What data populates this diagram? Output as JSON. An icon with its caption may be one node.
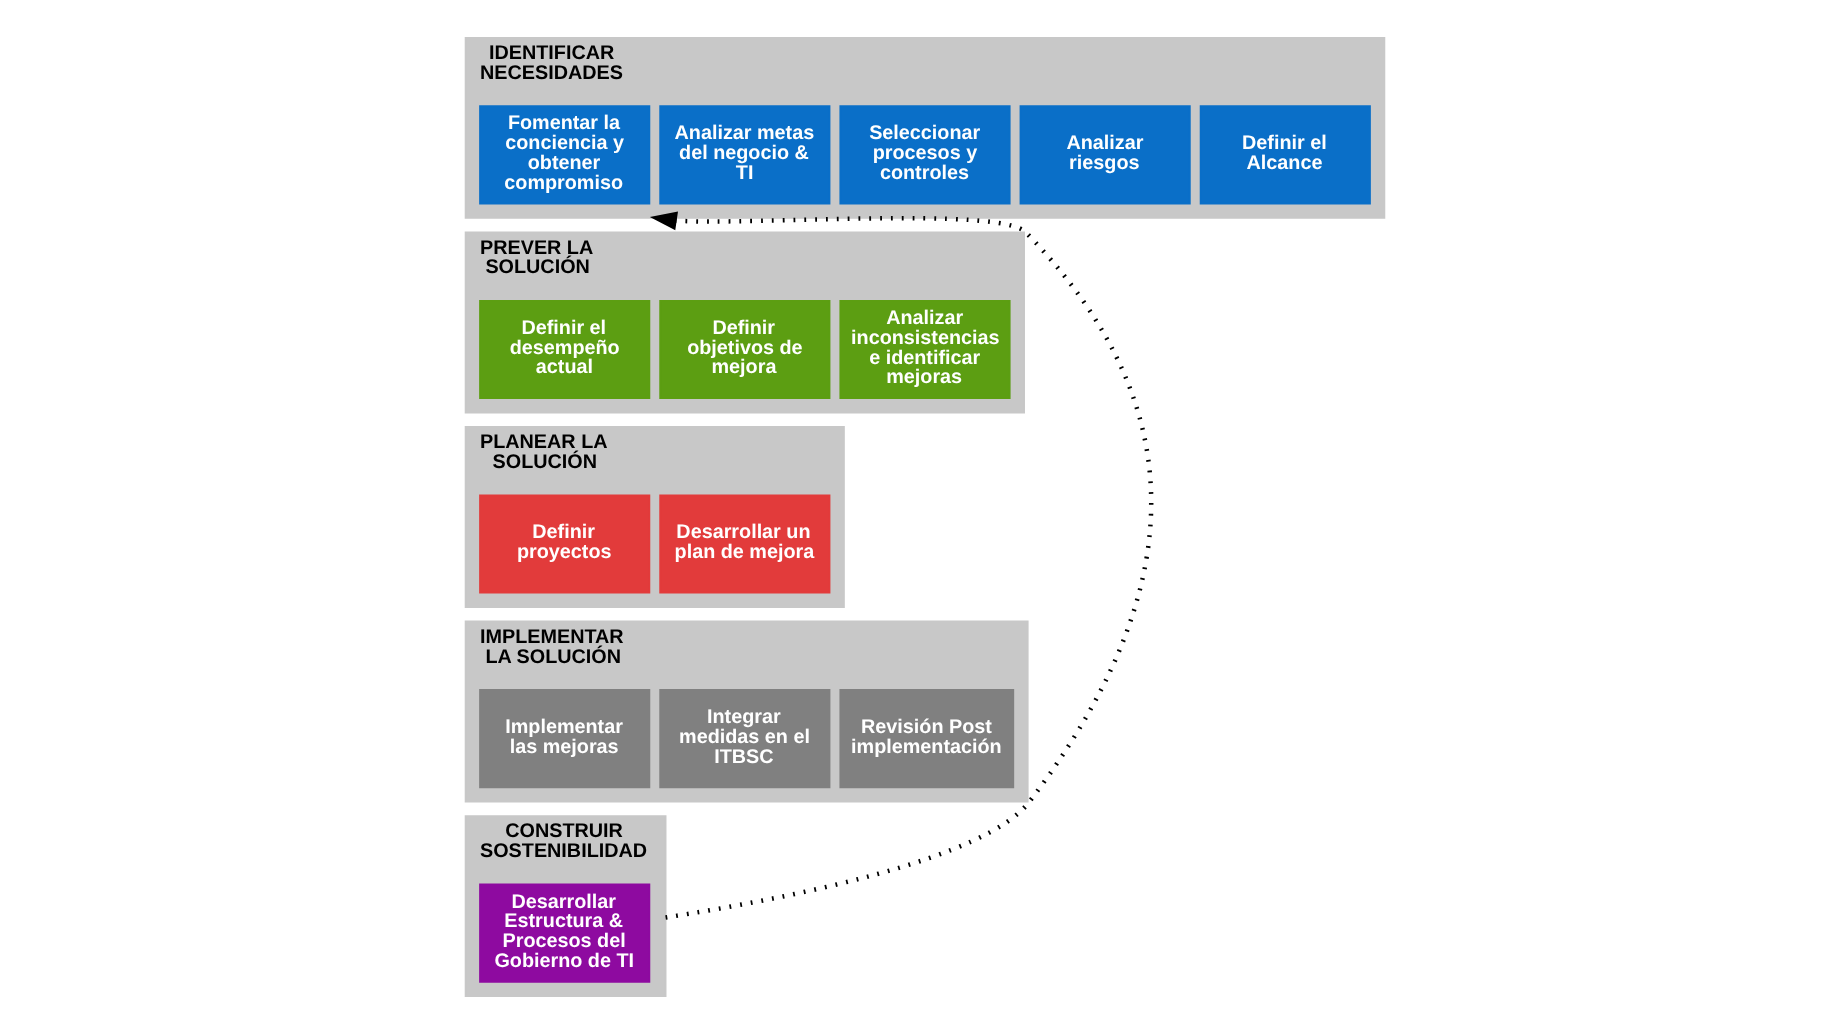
{
  "diagram": {
    "nodes": [
      {
        "text": [
          "IDENTIFICAR NECESIDADES"
        ]
      },
      {
        "text": [
          "Fomentar la conciencia y obtener compromiso"
        ],
        "in": 0
      },
      {
        "text": [
          "Analizar metas del negocio & TI"
        ],
        "in": 0
      },
      {
        "text": [
          "Seleccionar procesos y controles"
        ],
        "in": 0
      },
      {
        "text": [
          "Analizar riesgos"
        ],
        "in": 0
      },
      {
        "text": [
          "Definir el Alcance"
        ],
        "in": 0
      },
      {
        "text": [
          "PREVER LA SOLUCIÓN"
        ]
      },
      {
        "text": [
          "Definir el desempeño actual"
        ],
        "in": 6
      },
      {
        "text": [
          "Definir objetivos de mejora"
        ],
        "in": 6
      },
      {
        "text": [
          "Analizar inconsistencias e identificar mejoras"
        ],
        "in": 6
      },
      {
        "text": [
          "PLANEAR LA SOLUCIÓN"
        ]
      },
      {
        "text": [
          "Definir proyectos"
        ],
        "in": 10
      },
      {
        "text": [
          "Desarrollar un plan de mejora"
        ],
        "in": 10
      },
      {
        "text": [
          "IMPLEMENTAR LA SOLUCIÓN"
        ]
      },
      {
        "text": [
          "Implementar las mejoras"
        ],
        "in": 13
      },
      {
        "text": [
          "Integrar medidas en el ITBSC"
        ],
        "in": 13
      },
      {
        "text": [
          "Revisión Post implementación"
        ],
        "in": 13
      },
      {
        "text": [
          "CONSTRUIR SOSTENIBILIDAD"
        ]
      },
      {
        "text": [
          "Desarrollar Estructura & Procesos del Gobierno de TI"
        ],
        "in": 17
      }
    ],
    "edges": [
      {
        "from": 17,
        "to": 0,
        "arrow": "to",
        "style": "dashed"
      }
    ]
  }
}
